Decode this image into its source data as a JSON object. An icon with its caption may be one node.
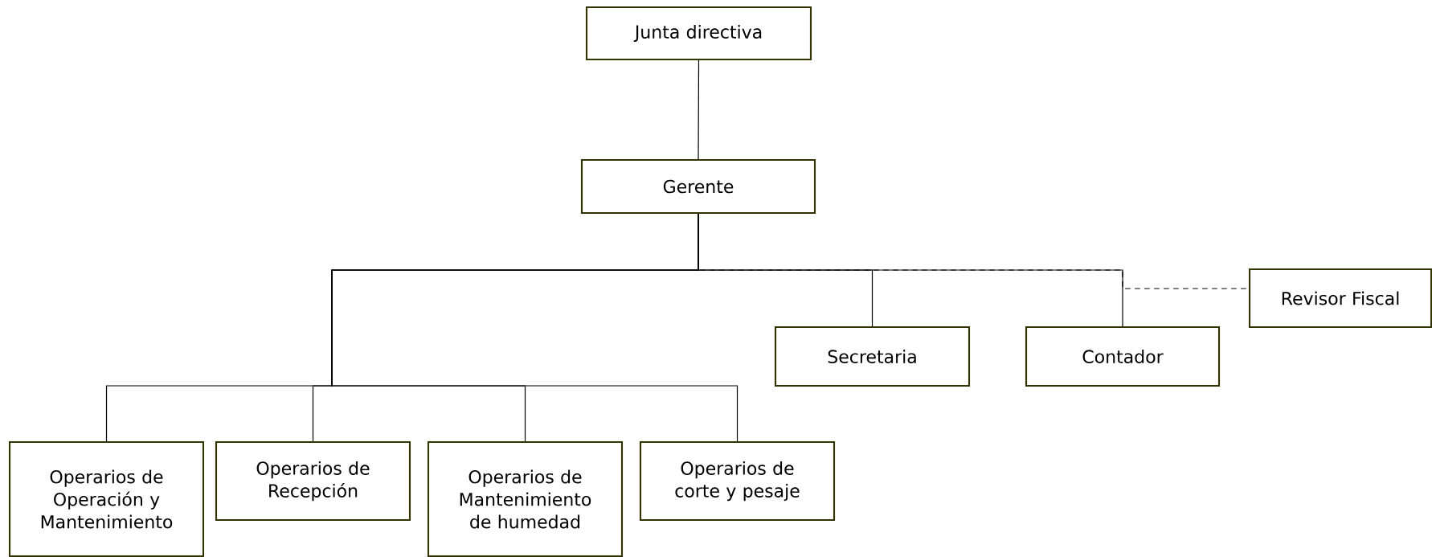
{
  "diagram": {
    "nodes": [
      {
        "text": [
          "Junta directiva"
        ]
      },
      {
        "text": [
          "Gerente"
        ]
      },
      {
        "text": [
          "Revisor Fiscal"
        ]
      },
      {
        "text": [
          "Secretaria"
        ]
      },
      {
        "text": [
          "Contador"
        ]
      },
      {
        "text": [
          "Operarios de Operación y Mantenimiento"
        ]
      },
      {
        "text": [
          "Operarios de Recepción"
        ]
      },
      {
        "text": [
          "Operarios de Mantenimiento de humedad"
        ]
      },
      {
        "text": [
          "Operarios de corte y pesaje"
        ]
      }
    ],
    "edges": [
      {
        "from": 0,
        "to": 1,
        "arrow": "none"
      },
      {
        "from": 1,
        "to": 3,
        "arrow": "none"
      },
      {
        "from": 1,
        "to": 4,
        "arrow": "none"
      },
      {
        "from": 1,
        "to": 2,
        "arrow": "none",
        "style": "dashed"
      },
      {
        "from": 1,
        "to": 5,
        "arrow": "none"
      },
      {
        "from": 1,
        "to": 6,
        "arrow": "none"
      },
      {
        "from": 1,
        "to": 7,
        "arrow": "none"
      },
      {
        "from": 1,
        "to": 8,
        "arrow": "none"
      }
    ]
  }
}
